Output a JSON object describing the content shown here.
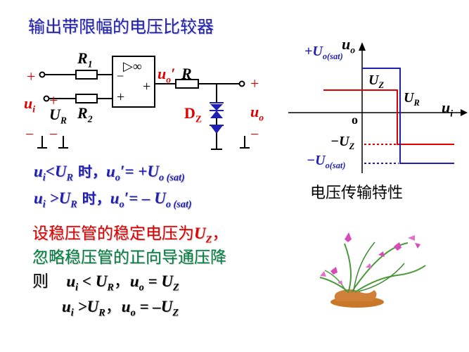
{
  "title": "输出带限幅的电压比较器",
  "circuit": {
    "r1_label": "R",
    "r1_sub": "1",
    "r2_label": "R",
    "r2_sub": "2",
    "r_label": "R",
    "opamp_symbol": "▷∞",
    "opamp_minus": "−",
    "opamp_plus_in": "+",
    "opamp_plus_out": "+",
    "uo_prime_u": "u",
    "uo_prime_sub": "o",
    "uo_prime_mark": "′",
    "dz_label": "D",
    "dz_sub": "Z",
    "ui_u": "u",
    "ui_sub": "i",
    "ur_u": "U",
    "ur_sub": "R",
    "uo_u": "u",
    "uo_sub": "o",
    "plus_left_top": "+",
    "plus_left_mid": "+",
    "minus_left": "−",
    "plus_right": "+",
    "minus_right": "−"
  },
  "graph": {
    "y_axis_u": "u",
    "y_axis_sub": "o",
    "x_axis_u": "u",
    "x_axis_sub": "i",
    "origin": "o",
    "pos_sat_prefix": "+U",
    "pos_sat_sub": "o(sat)",
    "neg_sat_prefix": "−U",
    "neg_sat_sub": "o(sat)",
    "uz_u": "U",
    "uz_sub": "Z",
    "neg_uz_prefix": "−U",
    "neg_uz_sub": "Z",
    "ur_u": "U",
    "ur_sub": "R",
    "caption": "电压传输特性"
  },
  "conditions": {
    "line1": {
      "ui": "u",
      "ui_sub": "i",
      "rel": "<",
      "ur": "U",
      "ur_sub": "R",
      "when": " 时，",
      "uo": "u",
      "uo_sub": "o",
      "eq": "′= +",
      "val": "U",
      "val_sub": "o (sat)"
    },
    "line2": {
      "ui": "u",
      "ui_sub": "i",
      "rel": " >",
      "ur": "U",
      "ur_sub": "R",
      "when": " 时，",
      "uo": "u",
      "uo_sub": "o",
      "eq": "′= – ",
      "val": "U",
      "val_sub": "o (sat)"
    }
  },
  "notes": {
    "line1_text": "设稳压管的稳定电压为",
    "line1_var": "U",
    "line1_sub": "Z",
    "line1_end": "，",
    "line2_text": "忽略稳压管的正向导通压降",
    "line3_prefix": "则",
    "line3_ui": "u",
    "line3_ui_sub": "i",
    "line3_rel": " < ",
    "line3_ur": "U",
    "line3_ur_sub": "R",
    "line3_sep": "，",
    "line3_uo": "u",
    "line3_uo_sub": "o",
    "line3_eq": " = ",
    "line3_val": "U",
    "line3_val_sub": "Z",
    "line4_ui": "u",
    "line4_ui_sub": "i",
    "line4_rel": " >",
    "line4_ur": "U",
    "line4_ur_sub": "R",
    "line4_sep": "，",
    "line4_uo": "u",
    "line4_uo_sub": "o",
    "line4_eq": " = –",
    "line4_val": "U",
    "line4_val_sub": "Z"
  },
  "colors": {
    "title": "#1f1fb4",
    "red": "#e00000",
    "green": "#008040",
    "blue_curve": "#1f1fb4",
    "red_curve": "#e00000"
  }
}
